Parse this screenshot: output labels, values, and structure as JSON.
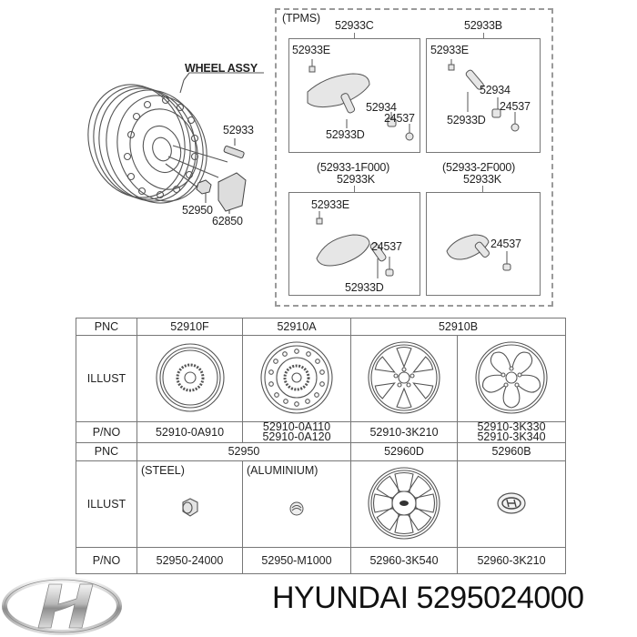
{
  "wheel_assembly": {
    "title": "WHEEL ASSY",
    "callouts": {
      "valve": "52933",
      "lug_nut": "52950",
      "center_cap": "62850"
    }
  },
  "tpms": {
    "label": "(TPMS)",
    "panels": [
      {
        "assembly_code": "52933C",
        "parts": [
          "52933E",
          "52934",
          "24537",
          "52933D"
        ]
      },
      {
        "assembly_code": "52933B",
        "parts": [
          "52933E",
          "52934",
          "24537",
          "52933D"
        ]
      },
      {
        "variant": "(52933-1F000)",
        "assembly_code": "52933K",
        "parts": [
          "52933E",
          "24537",
          "52933D"
        ]
      },
      {
        "variant": "(52933-2F000)",
        "assembly_code": "52933K",
        "parts": [
          "24537"
        ]
      }
    ]
  },
  "parts_table": {
    "row_labels": {
      "pnc": "PNC",
      "illust": "ILLUST",
      "pno": "P/NO"
    },
    "section1": {
      "pnc": [
        "52910F",
        "52910A",
        "52910B"
      ],
      "pno": [
        "52910-0A910",
        "52910-0A110",
        "52910-0A120",
        "52910-3K210",
        "52910-3K330",
        "52910-3K340"
      ]
    },
    "section2": {
      "pnc": [
        "52950",
        "52960D",
        "52960B"
      ],
      "illust_labels": [
        "(STEEL)",
        "(ALUMINIUM)"
      ],
      "pno": [
        "52950-24000",
        "52950-M1000",
        "52960-3K540",
        "52960-3K210"
      ]
    }
  },
  "footer": {
    "brand_logo": "hyundai-logo",
    "caption": "HYUNDAI 5295024000"
  }
}
